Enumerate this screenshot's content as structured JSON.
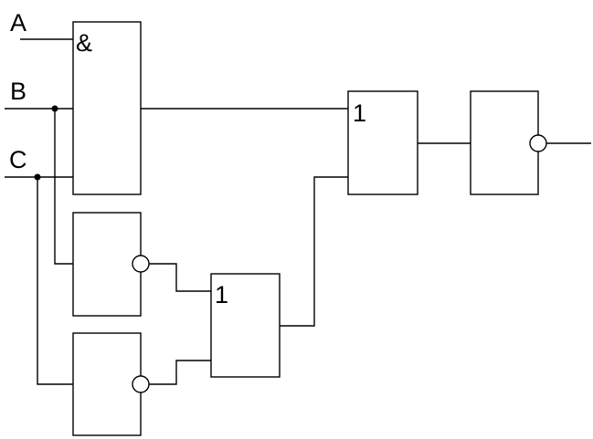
{
  "inputs": {
    "a": "A",
    "b": "B",
    "c": "C"
  },
  "gates": {
    "and1_symbol": "&",
    "or1_symbol": "1",
    "or2_symbol": "1"
  }
}
